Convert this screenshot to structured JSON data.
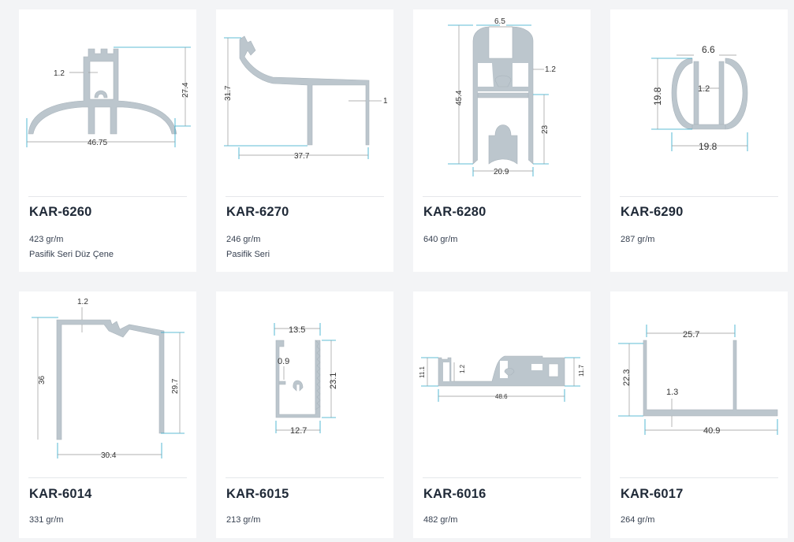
{
  "products": [
    {
      "code": "KAR-6260",
      "weight": "423 gr/m",
      "series": "Pasifik Seri Düz Çene",
      "dims": [
        "1.2",
        "27.4",
        "46.75"
      ]
    },
    {
      "code": "KAR-6270",
      "weight": "246 gr/m",
      "series": "Pasifik Seri",
      "dims": [
        "31.7",
        "1",
        "37.7"
      ]
    },
    {
      "code": "KAR-6280",
      "weight": "640 gr/m",
      "series": "",
      "dims": [
        "6.5",
        "45.4",
        "1.2",
        "23",
        "20.9"
      ]
    },
    {
      "code": "KAR-6290",
      "weight": "287 gr/m",
      "series": "",
      "dims": [
        "6.6",
        "19.8",
        "1.2",
        "19.8"
      ]
    },
    {
      "code": "KAR-6014",
      "weight": "331 gr/m",
      "series": "",
      "dims": [
        "1.2",
        "36",
        "29.7",
        "30.4"
      ]
    },
    {
      "code": "KAR-6015",
      "weight": "213 gr/m",
      "series": "",
      "dims": [
        "13.5",
        "0.9",
        "23.1",
        "12.7"
      ]
    },
    {
      "code": "KAR-6016",
      "weight": "482 gr/m",
      "series": "",
      "dims": [
        "11.1",
        "1.2",
        "11.7",
        "48.6"
      ]
    },
    {
      "code": "KAR-6017",
      "weight": "264 gr/m",
      "series": "",
      "dims": [
        "25.7",
        "22.3",
        "1.3",
        "40.9"
      ]
    }
  ]
}
